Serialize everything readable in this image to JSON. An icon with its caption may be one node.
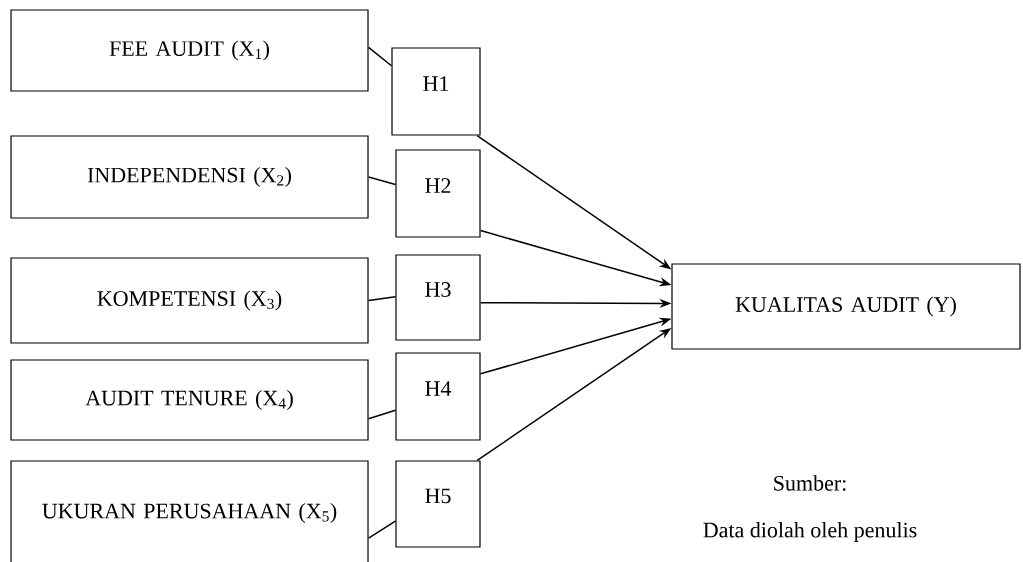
{
  "diagram": {
    "nodes": [
      {
        "text": [
          "FEE AUDIT (X$_{1}$)"
        ]
      },
      {
        "text": [
          "H1"
        ]
      },
      {
        "text": [
          "INDEPENDENSI (X$_{2}$)"
        ]
      },
      {
        "text": [
          "H2"
        ]
      },
      {
        "text": [
          "KOMPETENSI (X$_{3}$)"
        ]
      },
      {
        "text": [
          "H3"
        ]
      },
      {
        "text": [
          "AUDIT TENURE (X$_{4}$)"
        ]
      },
      {
        "text": [
          "H4"
        ]
      },
      {
        "text": [
          "UKURAN PERUSAHAAN (X$_{5}$)"
        ]
      },
      {
        "text": [
          "H5"
        ]
      },
      {
        "text": [
          "KUALITAS AUDIT (Y)"
        ]
      }
    ],
    "edges": [
      {
        "from": 0,
        "to": 1,
        "arrow": "none"
      },
      {
        "from": 2,
        "to": 3,
        "arrow": "none"
      },
      {
        "from": 4,
        "to": 5,
        "arrow": "none"
      },
      {
        "from": 6,
        "to": 7,
        "arrow": "none"
      },
      {
        "from": 8,
        "to": 9,
        "arrow": "none"
      },
      {
        "from": 1,
        "to": 10,
        "arrow": "to"
      },
      {
        "from": 3,
        "to": 10,
        "arrow": "to"
      },
      {
        "from": 5,
        "to": 10,
        "arrow": "to"
      },
      {
        "from": 7,
        "to": 10,
        "arrow": "to"
      },
      {
        "from": 9,
        "to": 10,
        "arrow": "to"
      }
    ],
    "labels": [
      "Sumber:",
      "Data diolah oleh penulis"
    ]
  }
}
